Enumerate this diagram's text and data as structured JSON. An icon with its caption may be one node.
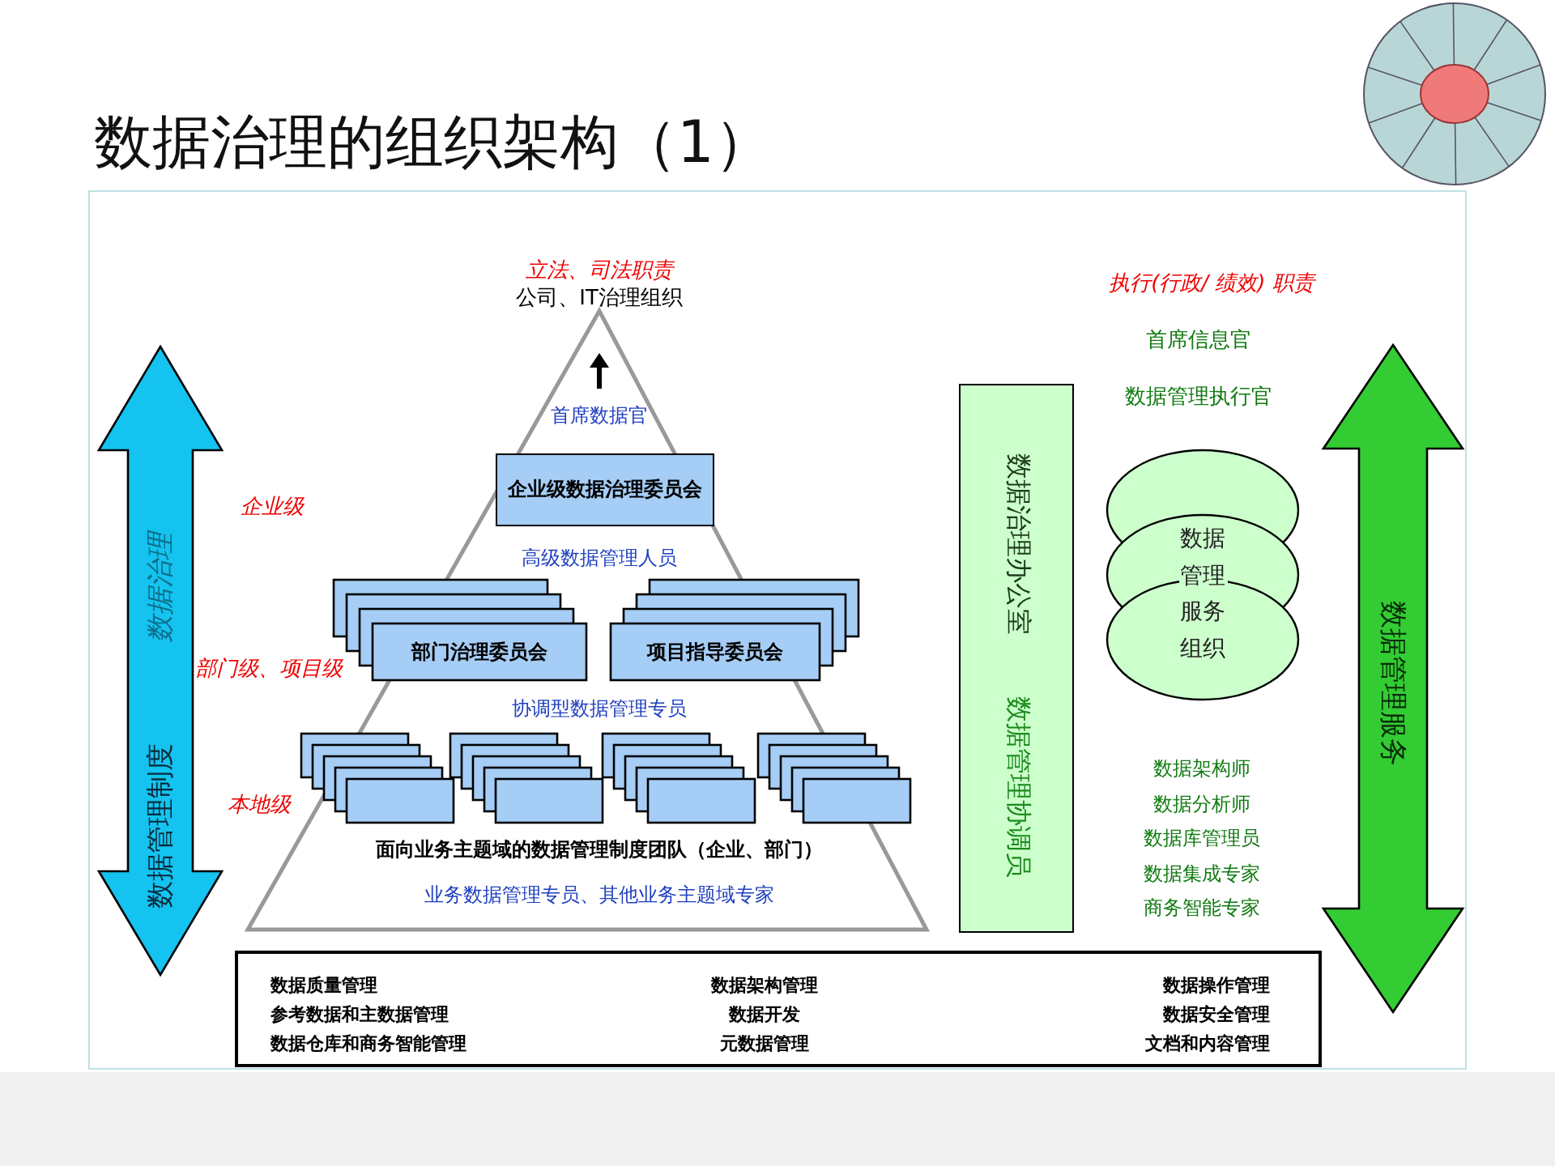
{
  "diagram": {
    "title": "数据治理的组织架构（1）",
    "nodes": [
      {
        "text": [
          "首席数据官",
          "高级数据管理人员",
          "协调型数据管理专员",
          "面向业务主题域的数据管理制度团队（企业、部门）",
          "业务数据管理专员、其他业务主题域专家"
        ]
      },
      {
        "text": [
          "企业级数据治理委员会"
        ],
        "in": 0
      },
      {
        "text": [
          "部门治理委员会"
        ],
        "in": 0
      },
      {
        "text": [
          "项目指导委员会"
        ],
        "in": 0
      },
      {
        "text": [],
        "shape": "box",
        "in": 0
      },
      {
        "text": [],
        "shape": "box",
        "in": 0
      },
      {
        "text": [],
        "shape": "box",
        "in": 0
      },
      {
        "text": [],
        "shape": "box",
        "in": 0
      },
      {
        "text": [
          "数据治理",
          "数据管理制度"
        ]
      },
      {
        "text": [
          "数据治理办公室",
          "数据管理协调员"
        ]
      },
      {
        "text": [
          "数据管理服务组织"
        ]
      },
      {
        "text": [
          "数据管理服务"
        ]
      },
      {
        "text": [
          "数据质量管理",
          "数据架构管理",
          "数据操作管理",
          "参考数据和主数据管理",
          "数据开发",
          "数据安全管理",
          "数据仓库和商务智能管理",
          "元数据管理",
          "文档和内容管理"
        ]
      }
    ],
    "labels": [
      "立法、司法职责",
      "公司、IT治理组织",
      "企业级",
      "部门级、项目级",
      "本地级",
      "执行(行政/ 绩效) 职责",
      "首席信息官",
      "数据管理执行官",
      "数据架构师",
      "数据分析师",
      "数据库管理员",
      "数据集成专家",
      "商务智能专家"
    ]
  }
}
